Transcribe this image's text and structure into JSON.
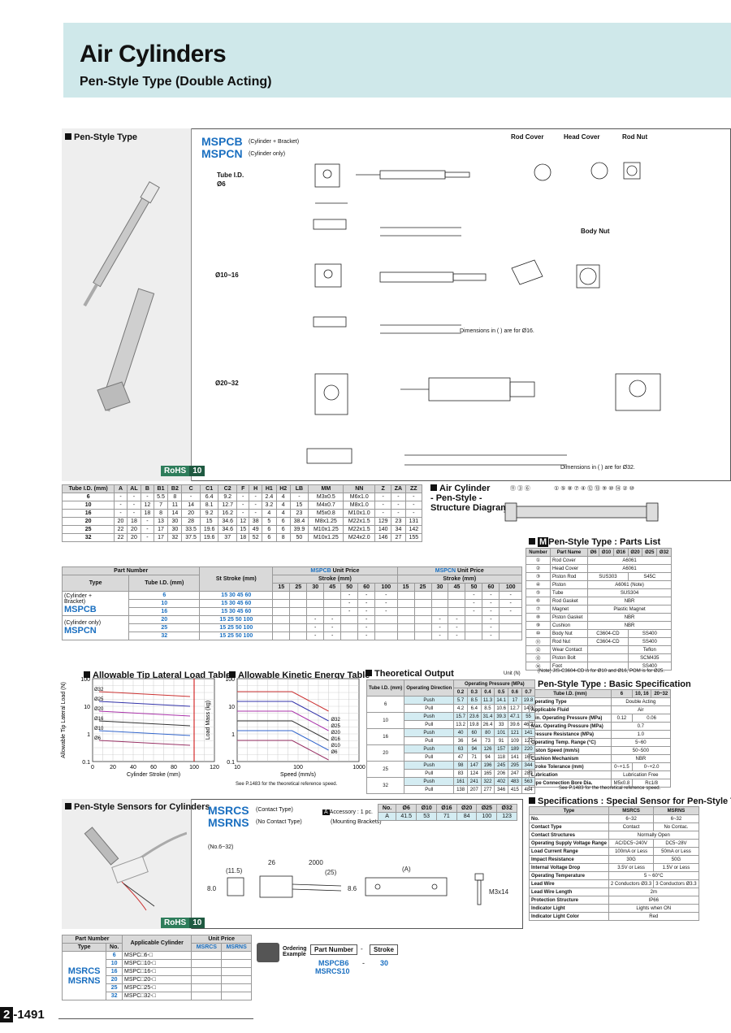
{
  "header": {
    "title": "Air Cylinders",
    "subtitle": "Pen-Style Type (Double Acting)"
  },
  "photo_section": {
    "title": "Pen-Style Type",
    "rohs_label": "RoHS",
    "rohs_num": "10"
  },
  "drawing": {
    "model_b": "MSPCB",
    "model_b_desc": "(Cylinder + Bracket)",
    "model_n": "MSPCN",
    "model_n_desc": "(Cylinder only)",
    "tube_label": "Tube I.D.",
    "sizes": [
      "Ø6",
      "Ø10~16",
      "Ø20~32"
    ],
    "view_rod_cover": "Rod Cover",
    "view_head_cover": "Head Cover",
    "view_rod_nut": "Rod Nut",
    "view_body_nut": "Body Nut",
    "note_1016": "Dimensions in ( ) are for Ø16.",
    "note_32": "Dimensions in ( ) are for Ø32."
  },
  "dim_table": {
    "headers": [
      "Tube I.D.\n(mm)",
      "A",
      "AL",
      "B",
      "B1",
      "B2",
      "C",
      "C1",
      "C2",
      "F",
      "H",
      "H1",
      "H2",
      "LB",
      "MM",
      "NN",
      "Z",
      "ZA",
      "ZZ"
    ],
    "rows": [
      [
        "6",
        "-",
        "-",
        "-",
        "5.5",
        "8",
        "-",
        "6.4",
        "9.2",
        "-",
        "-",
        "2.4",
        "4",
        "-",
        "M3x0.5",
        "M6x1.0",
        "-",
        "-",
        "-"
      ],
      [
        "10",
        "-",
        "-",
        "12",
        "7",
        "11",
        "14",
        "8.1",
        "12.7",
        "-",
        "-",
        "3.2",
        "4",
        "15",
        "M4x0.7",
        "M8x1.0",
        "-",
        "-",
        "-"
      ],
      [
        "16",
        "-",
        "-",
        "18",
        "8",
        "14",
        "20",
        "9.2",
        "16.2",
        "-",
        "-",
        "4",
        "4",
        "23",
        "M5x0.8",
        "M10x1.0",
        "-",
        "-",
        "-"
      ],
      [
        "20",
        "20",
        "18",
        "-",
        "13",
        "30",
        "28",
        "15",
        "34.6",
        "12",
        "38",
        "5",
        "6",
        "38.4",
        "M8x1.25",
        "M22x1.5",
        "129",
        "23",
        "131"
      ],
      [
        "25",
        "22",
        "20",
        "-",
        "17",
        "30",
        "33.5",
        "19.6",
        "34.6",
        "15",
        "49",
        "6",
        "6",
        "39.9",
        "M10x1.25",
        "M22x1.5",
        "140",
        "34",
        "142"
      ],
      [
        "32",
        "22",
        "20",
        "-",
        "17",
        "32",
        "37.5",
        "19.6",
        "37",
        "18",
        "52",
        "6",
        "8",
        "50",
        "M10x1.25",
        "M24x2.0",
        "146",
        "27",
        "155"
      ]
    ]
  },
  "price_table": {
    "part_number": "Part Number",
    "type": "Type",
    "tube": "Tube I.D.\n(mm)",
    "st_stroke": "St Stroke\n(mm)",
    "mspcb_head": "MSPCB",
    "mspcn_head": "MSPCN",
    "unit_price": "Unit Price",
    "stroke": "Stroke (mm)",
    "strokes": [
      "15",
      "25",
      "30",
      "45",
      "50",
      "60",
      "100"
    ],
    "type_b_desc": "(Cylinder +\nBracket)",
    "type_b": "MSPCB",
    "type_n_desc": "(Cylinder only)",
    "type_n": "MSPCN",
    "rows": [
      {
        "tube": "6",
        "st": "15 30 45 60",
        "b": [
          "",
          "",
          "",
          "",
          "-",
          "-",
          "-"
        ],
        "n": [
          "",
          "",
          "",
          "",
          "-",
          "-",
          "-"
        ]
      },
      {
        "tube": "10",
        "st": "15 30 45 60",
        "b": [
          "",
          "",
          "",
          "",
          "-",
          "-",
          "-"
        ],
        "n": [
          "",
          "",
          "",
          "",
          "-",
          "-",
          "-"
        ]
      },
      {
        "tube": "16",
        "st": "15 30 45 60",
        "b": [
          "",
          "",
          "",
          "",
          "-",
          "-",
          "-"
        ],
        "n": [
          "",
          "",
          "",
          "",
          "-",
          "-",
          "-"
        ]
      },
      {
        "tube": "20",
        "st": "15 25 50 100",
        "b": [
          "",
          "",
          "-",
          "-",
          "",
          "-",
          ""
        ],
        "n": [
          "",
          "",
          "-",
          "-",
          "",
          "-",
          ""
        ]
      },
      {
        "tube": "25",
        "st": "15 25 50 100",
        "b": [
          "",
          "",
          "-",
          "-",
          "",
          "-",
          ""
        ],
        "n": [
          "",
          "",
          "-",
          "-",
          "",
          "-",
          ""
        ]
      },
      {
        "tube": "32",
        "st": "15 25 50 100",
        "b": [
          "",
          "",
          "-",
          "-",
          "",
          "-",
          ""
        ],
        "n": [
          "",
          "",
          "-",
          "-",
          "",
          "-",
          ""
        ]
      }
    ]
  },
  "structure": {
    "title": "Air Cylinder\n- Pen-Style -\nStructure Diagram"
  },
  "parts_list": {
    "title": "Pen-Style Type : Parts List",
    "mark": "M",
    "headers": [
      "Number",
      "Part Name",
      "Ø6",
      "Ø10",
      "Ø16",
      "Ø20",
      "Ø25",
      "Ø32"
    ],
    "rows": [
      [
        "①",
        "Rod Cover",
        "A6061",
        ""
      ],
      [
        "②",
        "Head Cover",
        "A6061",
        ""
      ],
      [
        "③",
        "Piston Rod",
        "SUS303",
        "S45C"
      ],
      [
        "④",
        "Piston",
        "A6061 (Note)",
        ""
      ],
      [
        "⑤",
        "Tube",
        "SUS304",
        ""
      ],
      [
        "⑥",
        "Rod Gasket",
        "NBR",
        ""
      ],
      [
        "⑦",
        "Magnet",
        "Plastic Magnet",
        ""
      ],
      [
        "⑧",
        "Piston Gasket",
        "NBR",
        ""
      ],
      [
        "⑨",
        "Cushion",
        "NBR",
        ""
      ],
      [
        "⑩",
        "Body Nut",
        "C3604-CD",
        "SS400"
      ],
      [
        "⑪",
        "Rod Nut",
        "C3604-CD",
        "SS400"
      ],
      [
        "⑫",
        "Wear Contact",
        "",
        "Teflon"
      ],
      [
        "⑬",
        "Piston Bolt",
        "",
        "SCM435"
      ],
      [
        "⑭",
        "Foot",
        "",
        "SS400"
      ]
    ],
    "note": "(Note) JIS-C3604-CD is for Ø10 and Ø16, POM is for Ø25."
  },
  "basic_spec": {
    "title": "Pen-Style Type : Basic Specification",
    "head": [
      "Tube I.D. (mm)",
      "6",
      "10, 16",
      "20~32"
    ],
    "rows": [
      [
        "Operating Type",
        "Double Acting"
      ],
      [
        "Applicable Fluid",
        "Air"
      ],
      [
        "Min. Operating Pressure (MPa)",
        "0.12",
        "0.06"
      ],
      [
        "Max. Operating Pressure (MPa)",
        "0.7"
      ],
      [
        "Pressure Resistance (MPa)",
        "1.0"
      ],
      [
        "Operating Temp. Range (°C)",
        "5~60"
      ],
      [
        "Piston Speed (mm/s)",
        "50~500"
      ],
      [
        "Cushion Mechanism",
        "NBR"
      ],
      [
        "Stroke Tolerance (mm)",
        "0~+1.5",
        "0~+2.0"
      ],
      [
        "Lubrication",
        "Lubrication Free"
      ],
      [
        "Pipe Connection Bore Dia.",
        "M5x0.8",
        "Rc1/8"
      ]
    ],
    "see": "See P.1483 for the theoretical reference speed."
  },
  "lateral_chart": {
    "title": "Allowable Tip Lateral Load Table",
    "ylabel": "Allowable Tip Lateral Load (N)",
    "xlabel": "Cylinder Stroke (mm)",
    "xticks": [
      "0",
      "20",
      "40",
      "60",
      "80",
      "100",
      "120"
    ],
    "yticks": [
      "100",
      "10",
      "1",
      "0.1"
    ],
    "series": [
      "Ø32",
      "Ø25",
      "Ø20",
      "Ø16",
      "Ø10",
      "Ø6"
    ]
  },
  "kinetic_chart": {
    "title": "Allowable Kinetic Energy Table",
    "ylabel": "Load Mass (kg)",
    "xlabel": "Speed (mm/s)",
    "xticks": [
      "10",
      "100",
      "1000"
    ],
    "yticks": [
      "100",
      "10",
      "1",
      "0.1"
    ],
    "series": [
      "Ø32",
      "Ø25",
      "Ø20",
      "Ø16",
      "Ø10",
      "Ø6"
    ],
    "see": "See P.1483 for the theoretical reference speed."
  },
  "theoretical": {
    "title": "Theoretical Output",
    "unit": "Unit (N)",
    "tube": "Tube I.D.\n(mm)",
    "dir": "Operating\nDirection",
    "op_press": "Operating Pressure (MPa)",
    "pressures": [
      "0.2",
      "0.3",
      "0.4",
      "0.5",
      "0.6",
      "0.7"
    ],
    "rows": [
      [
        "6",
        "Push",
        "5.7",
        "8.5",
        "11.3",
        "14.1",
        "17",
        "19.8"
      ],
      [
        "",
        "Pull",
        "4.2",
        "6.4",
        "8.5",
        "10.6",
        "12.7",
        "14.8"
      ],
      [
        "10",
        "Push",
        "15.7",
        "23.6",
        "31.4",
        "39.3",
        "47.1",
        "55"
      ],
      [
        "",
        "Pull",
        "13.2",
        "19.8",
        "26.4",
        "33",
        "39.6",
        "46.2"
      ],
      [
        "16",
        "Push",
        "40",
        "60",
        "80",
        "101",
        "121",
        "141"
      ],
      [
        "",
        "Pull",
        "36",
        "54",
        "73",
        "91",
        "109",
        "127"
      ],
      [
        "20",
        "Push",
        "63",
        "94",
        "126",
        "157",
        "189",
        "220"
      ],
      [
        "",
        "Pull",
        "47",
        "71",
        "94",
        "118",
        "141",
        "165"
      ],
      [
        "25",
        "Push",
        "98",
        "147",
        "196",
        "245",
        "295",
        "344"
      ],
      [
        "",
        "Pull",
        "83",
        "124",
        "165",
        "206",
        "247",
        "289"
      ],
      [
        "32",
        "Push",
        "161",
        "241",
        "322",
        "402",
        "483",
        "563"
      ],
      [
        "",
        "Pull",
        "138",
        "207",
        "277",
        "346",
        "415",
        "484"
      ]
    ]
  },
  "sensors": {
    "title": "Pen-Style Sensors for Cylinders",
    "model1": "MSRCS",
    "model1_desc": "(Contact Type)",
    "model2": "MSRNS",
    "model2_desc": "(No Contact Type)",
    "accessory": "Accessory : 1 pc.",
    "accessory2": "(Mounting Brackets)",
    "range": "(No.6~32)",
    "rohs_label": "RoHS",
    "rohs_num": "10",
    "dims": [
      "26",
      "2000",
      "(11.5)",
      "(25)",
      "8.0",
      "8.6",
      "(A)",
      "M3x14"
    ],
    "a_table": {
      "head": [
        "No.",
        "Ø6",
        "Ø10",
        "Ø16",
        "Ø20",
        "Ø25",
        "Ø32"
      ],
      "row": [
        "A",
        "41.5",
        "53",
        "71",
        "84",
        "100",
        "123"
      ]
    }
  },
  "sensor_spec": {
    "title": "Specifications : Special Sensor for Pen-Style Type",
    "head": [
      "Type",
      "MSRCS",
      "MSRNS"
    ],
    "rows": [
      [
        "No.",
        "6~32",
        "6~32"
      ],
      [
        "Contact Type",
        "Contact",
        "No Contac."
      ],
      [
        "Contact Structures",
        "Normally Open",
        ""
      ],
      [
        "Operating Supply Voltage Range",
        "AC/DC5~240V",
        "DC5~28V"
      ],
      [
        "Load Current Range",
        "100mA or Less",
        "50mA or Less"
      ],
      [
        "Impact Resistance",
        "30G",
        "50G"
      ],
      [
        "Internal Voltage Drop",
        "3.5V or Less",
        "1.5V or Less"
      ],
      [
        "Operating Temperature",
        "5 ~ 60°C",
        ""
      ],
      [
        "Lead Wire",
        "2 Conductors Ø3.3",
        "3 Conductors Ø3.3"
      ],
      [
        "Lead Wire Length",
        "2m",
        ""
      ],
      [
        "Protection Structure",
        "IP66",
        ""
      ],
      [
        "Indicator Light",
        "Lights when ON",
        ""
      ],
      [
        "Indicator Light Color",
        "Red",
        ""
      ]
    ]
  },
  "sensor_price": {
    "part_number": "Part Number",
    "type": "Type",
    "no": "No.",
    "applicable": "Applicable Cylinder",
    "unit_price": "Unit Price",
    "msrcs": "MSRCS",
    "msrns": "MSRNS",
    "type_names": [
      "MSRCS",
      "MSRNS"
    ],
    "rows": [
      [
        "6",
        "MSPC□6-□"
      ],
      [
        "10",
        "MSPC□10-□"
      ],
      [
        "16",
        "MSPC□16-□"
      ],
      [
        "20",
        "MSPC□20-□"
      ],
      [
        "25",
        "MSPC□25-□"
      ],
      [
        "32",
        "MSPC□32-□"
      ]
    ]
  },
  "ordering": {
    "label": "Ordering\nExample",
    "part_number": "Part Number",
    "dash": "-",
    "stroke": "Stroke",
    "ex1": "MSPCB6",
    "ex1_stroke": "30",
    "ex2": "MSRCS10"
  },
  "page": {
    "num": "2",
    "rest": "-1491"
  }
}
